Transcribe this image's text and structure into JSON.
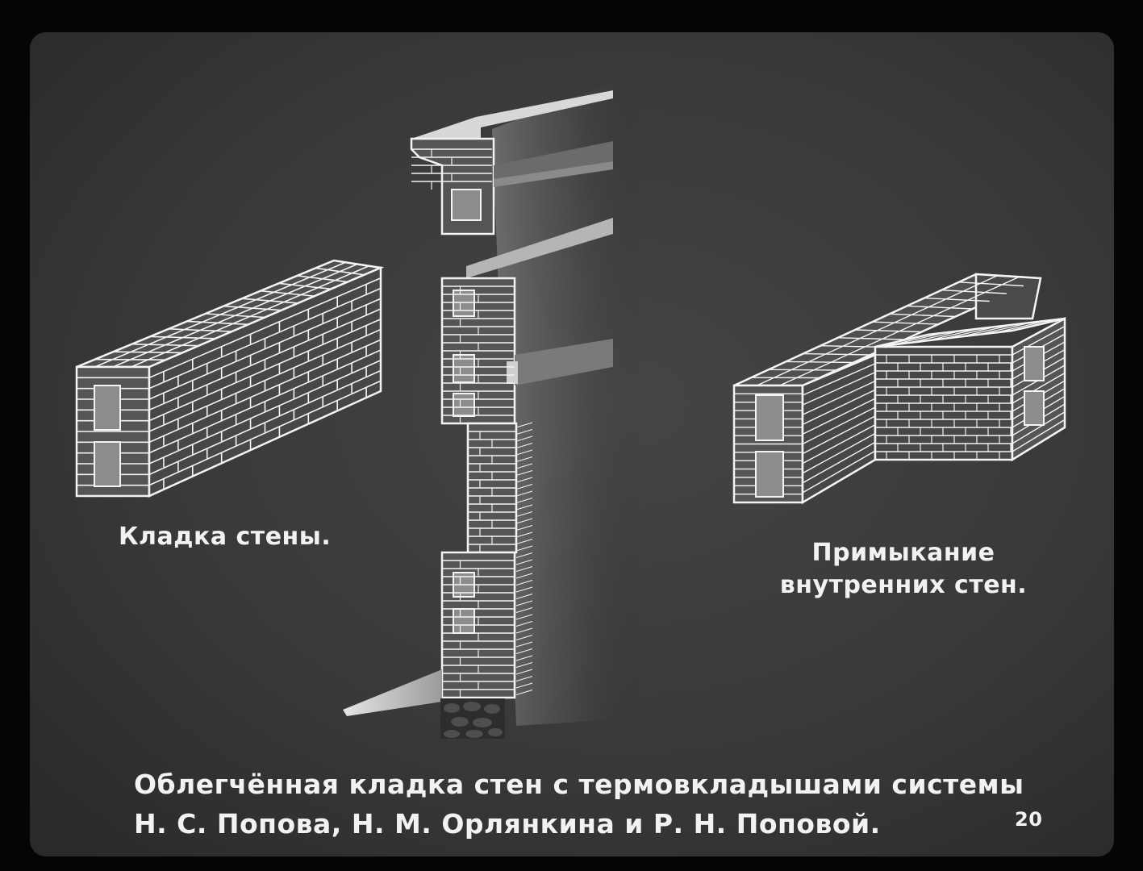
{
  "captions": {
    "left": "Кладка стены.",
    "right_line1": "Примыкание",
    "right_line2": "внутренних стен.",
    "bottom_line1": "Облегчённая кладка стен с термовкладышами системы",
    "bottom_line2": "Н. С. Попова, Н. М. Орлянкина и Р. Н. Поповой."
  },
  "page_number": "20",
  "colors": {
    "background": "#3a3a3a",
    "frame": "#000000",
    "line": "#f4f4f4",
    "insert_fill": "#8c8c8c"
  }
}
